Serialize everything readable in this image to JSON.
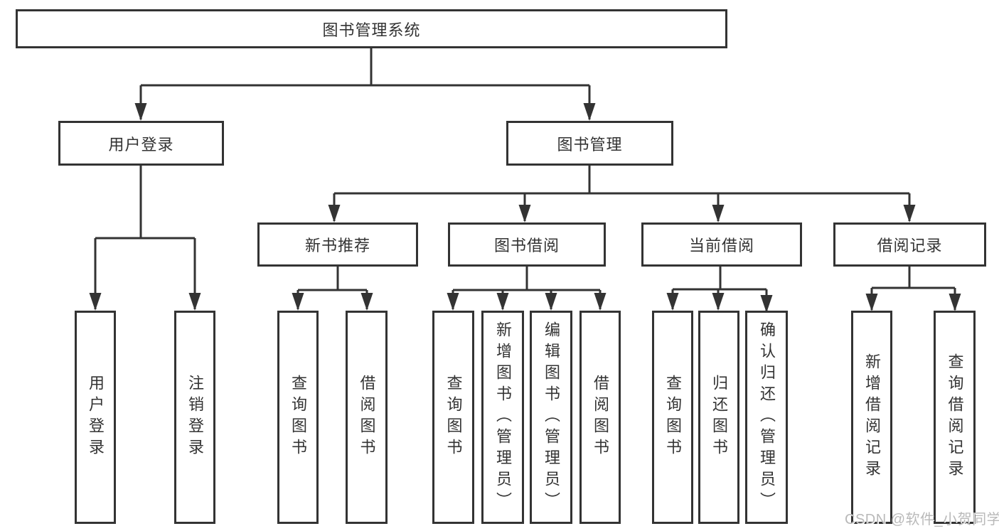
{
  "diagram": {
    "root": {
      "label": "图书管理系统"
    },
    "level2": [
      {
        "label": "用户登录"
      },
      {
        "label": "图书管理"
      }
    ],
    "level3": [
      {
        "label": "新书推荐"
      },
      {
        "label": "图书借阅"
      },
      {
        "label": "当前借阅"
      },
      {
        "label": "借阅记录"
      }
    ],
    "leaves": {
      "user_login": [
        "用户登录",
        "注销登录"
      ],
      "new_book_recommend": [
        "查询图书",
        "借阅图书"
      ],
      "book_borrow": [
        "查询图书",
        "新增图书（管理员）",
        "编辑图书（管理员）",
        "借阅图书"
      ],
      "current_borrow": [
        "查询图书",
        "归还图书",
        "确认归还（管理员）"
      ],
      "borrow_records": [
        "新增借阅记录",
        "查询借阅记录"
      ]
    }
  },
  "watermark": {
    "text": "CSDN @软件_小贺同学"
  },
  "colors": {
    "line": "#333333",
    "text": "#333333",
    "watermark": "#b9b9b9",
    "background": "#ffffff"
  }
}
